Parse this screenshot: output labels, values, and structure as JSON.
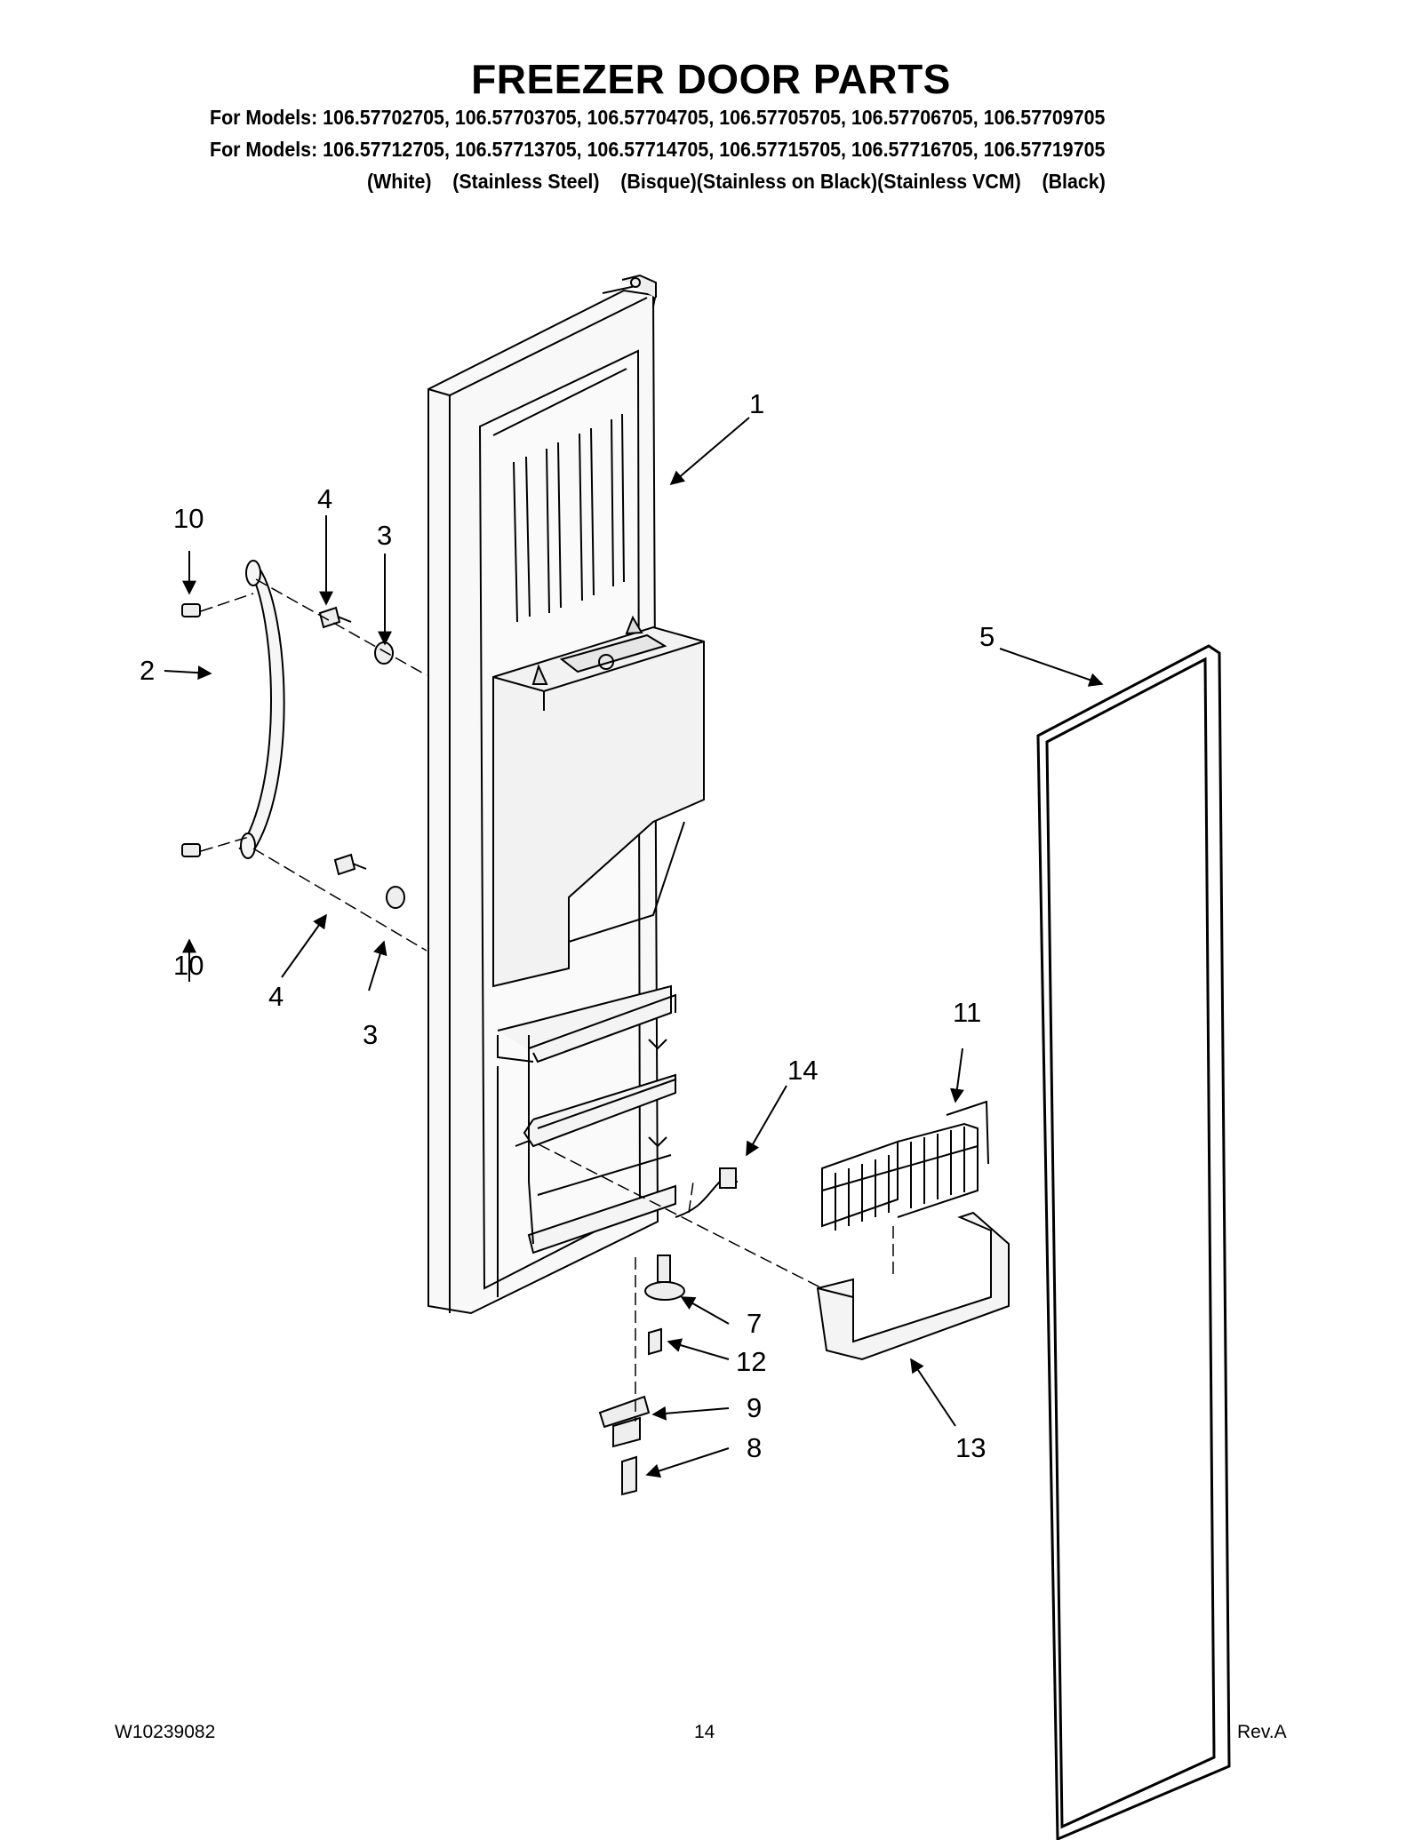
{
  "header": {
    "title": "FREEZER DOOR PARTS",
    "models_line_1": "For Models: 106.57702705, 106.57703705, 106.57704705, 106.57705705, 106.57706705, 106.57709705",
    "models_line_2": "For Models: 106.57712705, 106.57713705, 106.57714705, 106.57715705, 106.57716705, 106.57719705",
    "variants": "(White)    (Stainless Steel)    (Bisque)(Stainless on Black)(Stainless VCM)    (Black)"
  },
  "callouts": {
    "c1": "1",
    "c2": "2",
    "c3_top": "3",
    "c3_bottom": "3",
    "c4_top": "4",
    "c4_bottom": "4",
    "c5": "5",
    "c7": "7",
    "c8": "8",
    "c9": "9",
    "c10_top": "10",
    "c10_bottom": "10",
    "c11": "11",
    "c12": "12",
    "c13": "13",
    "c14": "14"
  },
  "footer": {
    "doc_number": "W10239082",
    "page_number": "14",
    "revision": "Rev.A"
  }
}
